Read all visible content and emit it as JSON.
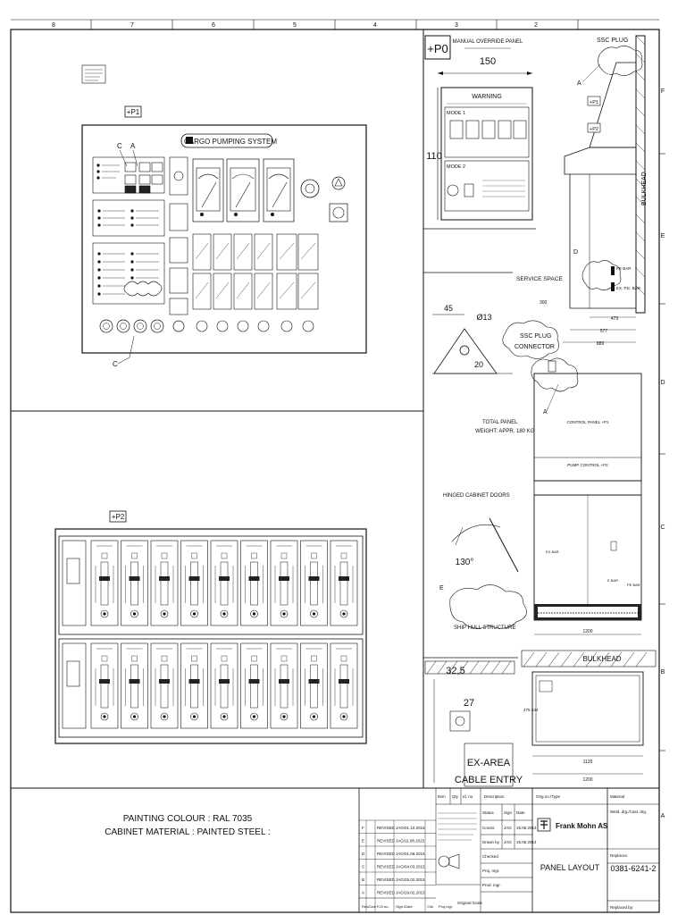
{
  "border": {
    "columns": [
      "8",
      "7",
      "6",
      "5",
      "4",
      "3",
      "2"
    ],
    "rows": [
      "F",
      "E",
      "D",
      "C",
      "B",
      "A"
    ]
  },
  "p1": {
    "tag": "+P1",
    "title": "CARGO PUMPING SYSTEM",
    "callouts": [
      "C",
      "A",
      "C"
    ]
  },
  "p2": {
    "tag": "+P2"
  },
  "p0": {
    "tag": "+P0",
    "header": "MANUAL OVERRIDE PANEL",
    "width_dim": "150",
    "height_dim": "110",
    "warning": "WARNING",
    "mode1": "MODE 1",
    "mode2": "MODE 2"
  },
  "side_view": {
    "ssc_plug": "SSC PLUG",
    "tag_p1": "+P1",
    "tag_p2": "+P2",
    "bulkhead": "BULKHEAD",
    "callout_a": "A",
    "callout_d": "D",
    "pe_bar": "PE BAR",
    "ex_bar": "EX. P.E. BAR",
    "dims": [
      "473",
      "577",
      "889"
    ]
  },
  "lifting_eye": {
    "dim_45": "45",
    "dim_13": "Ø13",
    "dim_20": "20"
  },
  "front_view": {
    "service_space": "SERVICE SPACE",
    "service_dim": "300",
    "ssc_connector_1": "SSC PLUG",
    "ssc_connector_2": "CONNECTOR",
    "total_panel": "TOTAL PANEL",
    "weight": "WEIGHT: APPR. 180 KG",
    "control_panel": "CONTROL PANEL +P1",
    "pump_control": "PUMP CONTROL +P2",
    "hinged": "HINGED CABINET DOORS",
    "angle": "130°",
    "callout_e": "E",
    "callout_a": "A",
    "ship_hull": "SHIP HULL STRUCTURE",
    "ex_bar": "EX BAR",
    "e_bar": "E BAR",
    "pe_bar": "PE BAR",
    "width_dim": "1200"
  },
  "cable_entry": {
    "dim_325": "32,5",
    "dim_27": "27",
    "line1": "EX-AREA",
    "line2": "CABLE ENTRY"
  },
  "plan_view": {
    "bulkhead": "BULKHEAD",
    "dim_1135": "1135",
    "dim_1200": "1200",
    "dim_side": "475 434"
  },
  "notes": {
    "line1": "PAINTING COLOUR : RAL 7035",
    "line2": "CABINET MATERIAL : PAINTED STEEL :"
  },
  "title_block": {
    "hdr_item": "Item",
    "hdr_qty": "Qty",
    "hdr_id": "Id. no",
    "hdr_desc": "Description",
    "hdr_orig": "Orig.no./Type",
    "hdr_material": "Material",
    "material_val": "Weld. drg./Cast. drg.",
    "status": "Status",
    "sign": "Sign",
    "date": "Date",
    "constr": "Constr.",
    "drawn_by": "Drawn by",
    "checked": "Checked",
    "proj_mgr": "Proj. mgr.",
    "prod_mgr": "Prod. mgr.",
    "jag": "JAG",
    "date_val": "15.06.2014",
    "company": "Frank Mohn AS",
    "drawing_title": "PANEL LAYOUT",
    "replaces": "Replaces:",
    "replaced_by": "Replaced by:",
    "drawing_no": "0381-6241-2",
    "original_scale": "Original Scale",
    "footer_rev": "Rev",
    "footer_zone": "Zone",
    "footer_rdno": "R.D.no.",
    "footer_signdate": "Sign./Date",
    "footer_chk": "Chk",
    "footer_proj": "Proj.mgr.",
    "revisions": [
      {
        "rev": "F",
        "desc": "REVISED",
        "date": "JAG/01.10.2015"
      },
      {
        "rev": "E",
        "desc": "REVISED",
        "date": "JAG/11.08.2015"
      },
      {
        "rev": "D",
        "desc": "REVISED",
        "date": "JAG/01.06.2015"
      },
      {
        "rev": "C",
        "desc": "REVISED",
        "date": "JAG/04.03.2015"
      },
      {
        "rev": "B",
        "desc": "REVISED",
        "date": "JAG/25.02.2015"
      },
      {
        "rev": "A",
        "desc": "REVISED",
        "date": "JAG/19.02.2015"
      }
    ]
  }
}
